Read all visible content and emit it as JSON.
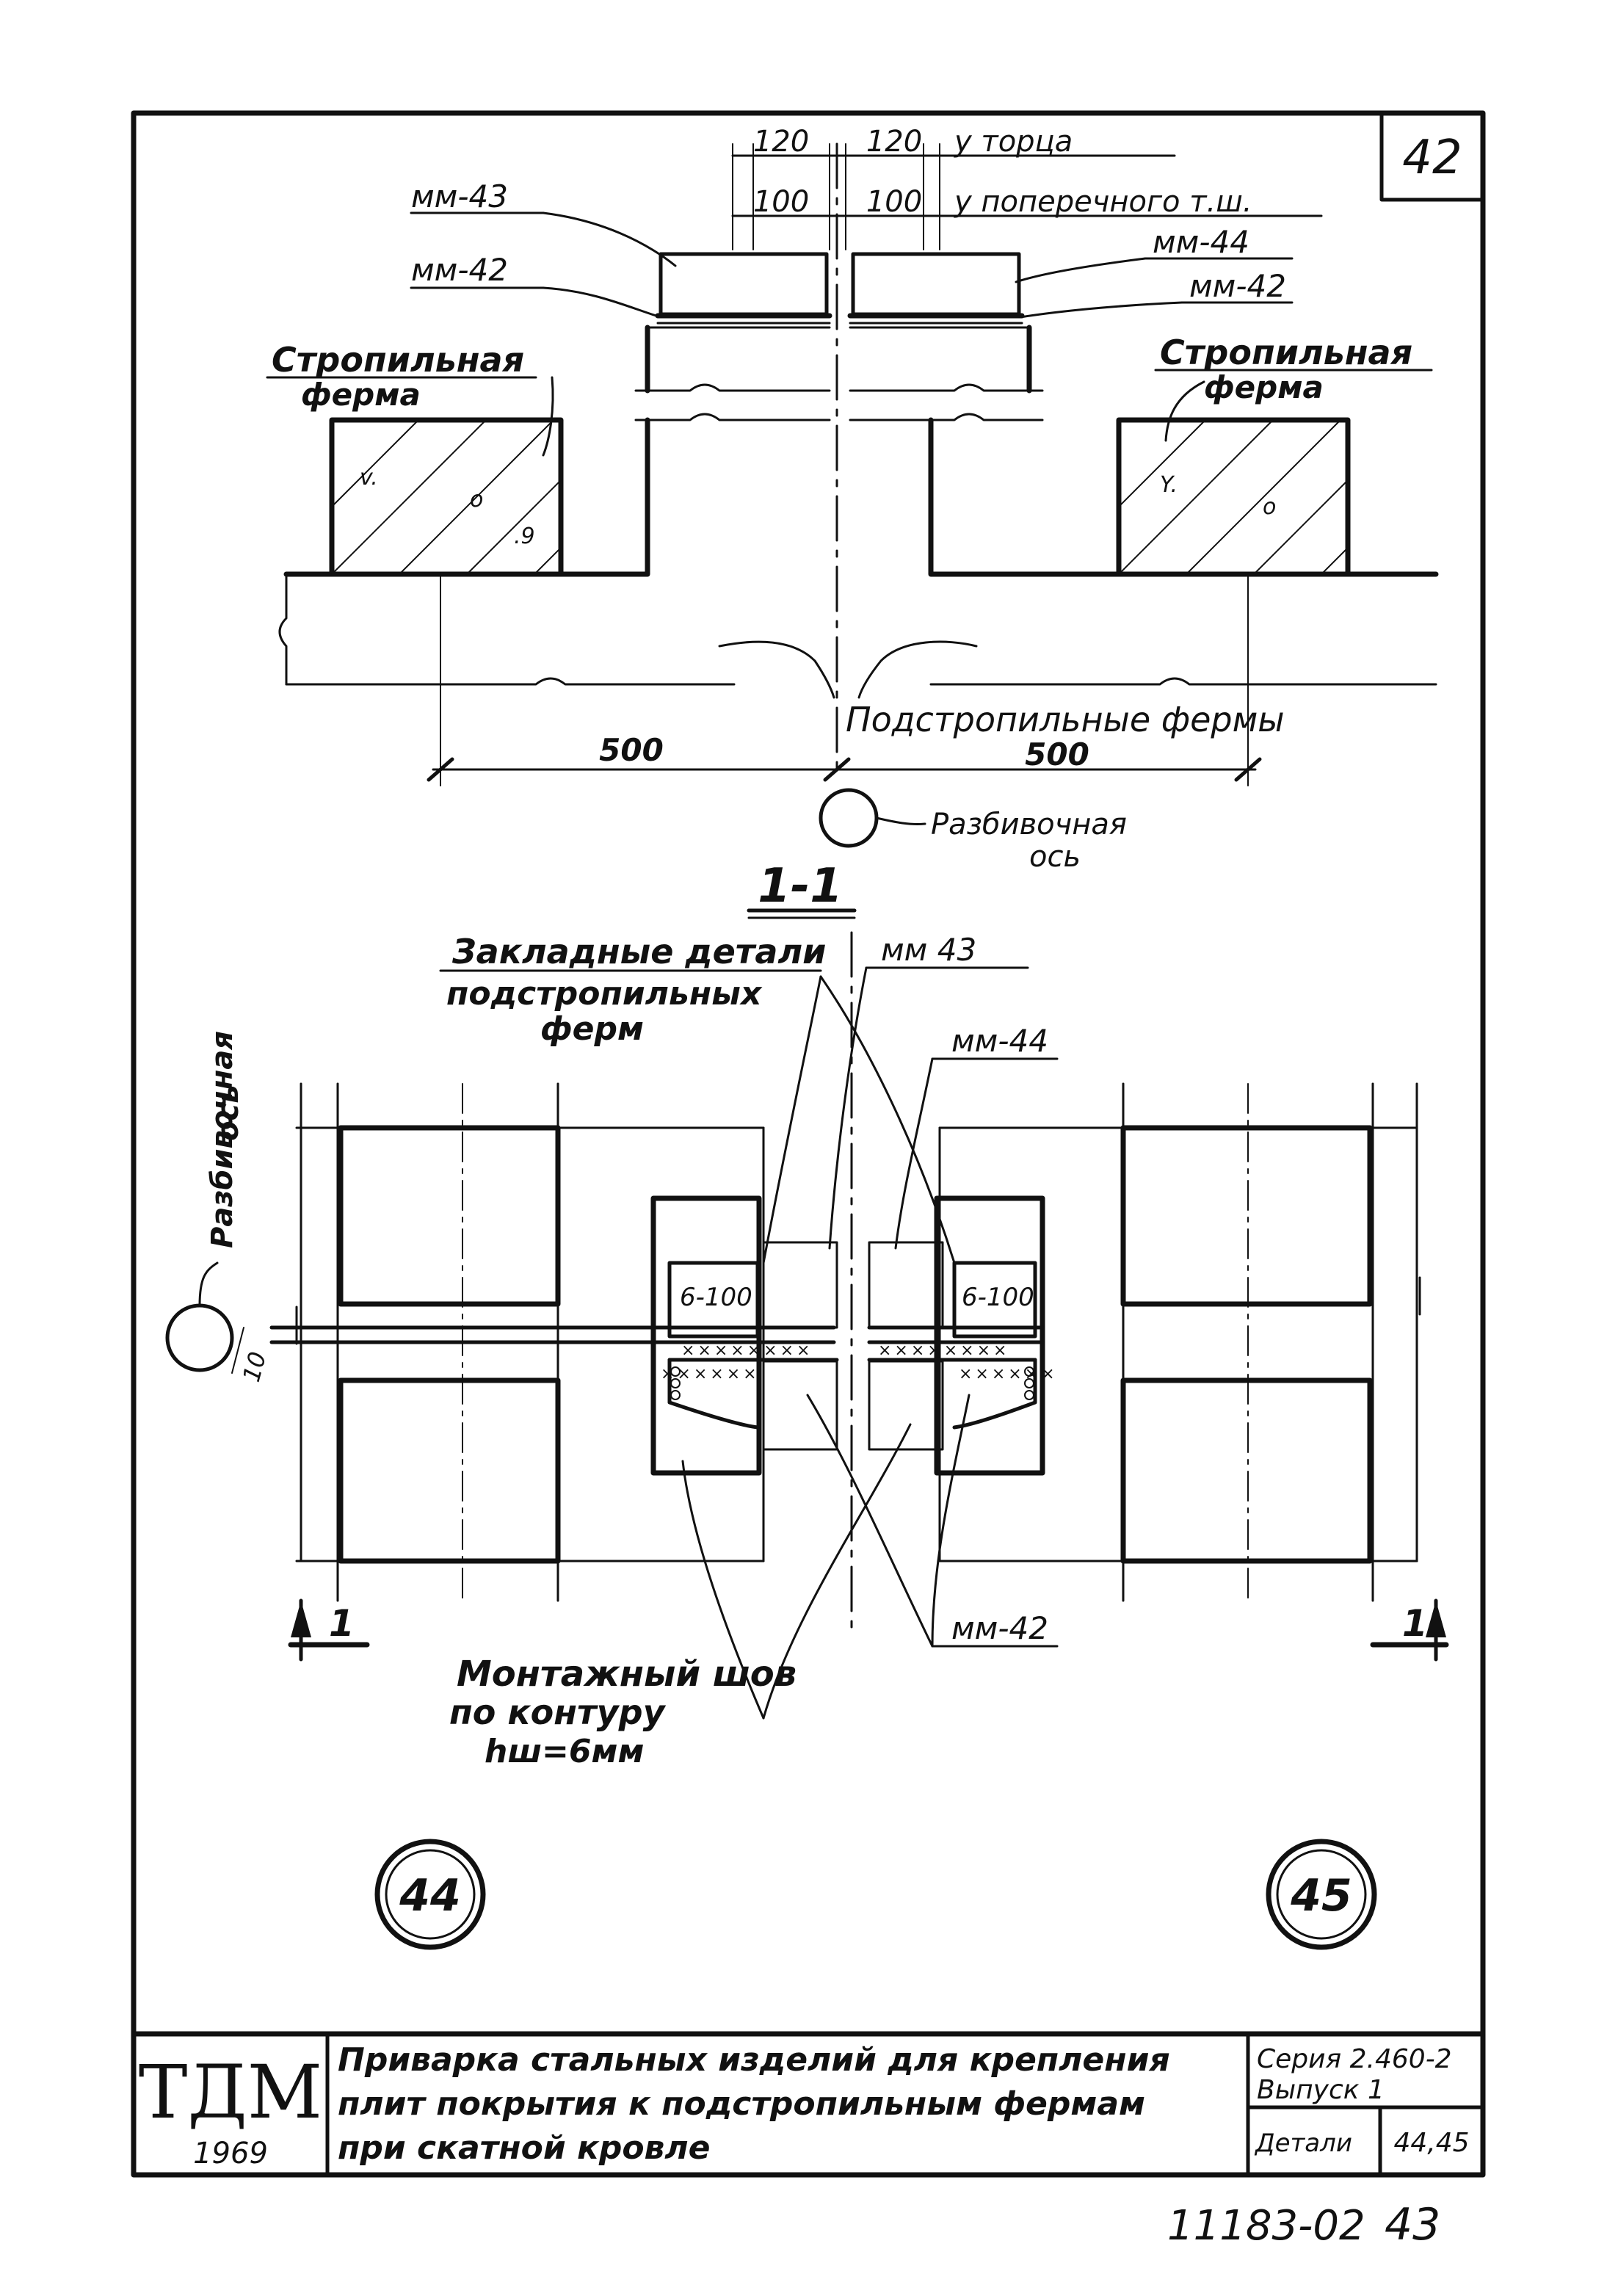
{
  "sheet": {
    "number": "42",
    "footer_code": "11183-02",
    "footer_page": "43"
  },
  "section_top": {
    "dim_120_left": "120",
    "dim_120_right": "120",
    "note_end": "у торца",
    "dim_100_left": "100",
    "dim_100_right": "100",
    "note_cross": "у поперечного т.ш.",
    "mm43": "мм-43",
    "mm42_left": "мм-42",
    "mm44": "мм-44",
    "mm42_right": "мм-42",
    "truss_left_1": "Стропильная",
    "truss_left_2": "ферма",
    "truss_right_1": "Стропильная",
    "truss_right_2": "ферма",
    "sub_trusses": "Подстропильные фермы",
    "dim_500_left": "500",
    "dim_500_right": "500",
    "axis_1": "Разбивочная",
    "axis_2": "ось"
  },
  "section_title": "1-1",
  "plan": {
    "embedded_1": "Закладные детали",
    "embedded_2": "подстропильных",
    "embedded_3": "ферм",
    "mm43": "мм 43",
    "mm44": "мм-44",
    "axis_vertical_1": "Разбивочная",
    "axis_vertical_2": "ось",
    "dim_10": "10",
    "weld_left": "6-100",
    "weld_right": "6-100",
    "mm42": "мм-42",
    "cut_left": "1",
    "cut_right": "1",
    "weld_note_1": "Монтажный шов",
    "weld_note_2": "по контуру",
    "weld_note_3": "hш=6мм"
  },
  "details": {
    "left": "44",
    "right": "45"
  },
  "title_block": {
    "org": "ТДМ",
    "year": "1969",
    "title_1": "Приварка стальных изделий для крепления",
    "title_2": "плит покрытия к подстропильным фермам",
    "title_3": "при скатной кровле",
    "series": "Серия 2.460-2",
    "issue": "Выпуск 1",
    "detail_label": "Детали",
    "detail_value": "44,45"
  }
}
